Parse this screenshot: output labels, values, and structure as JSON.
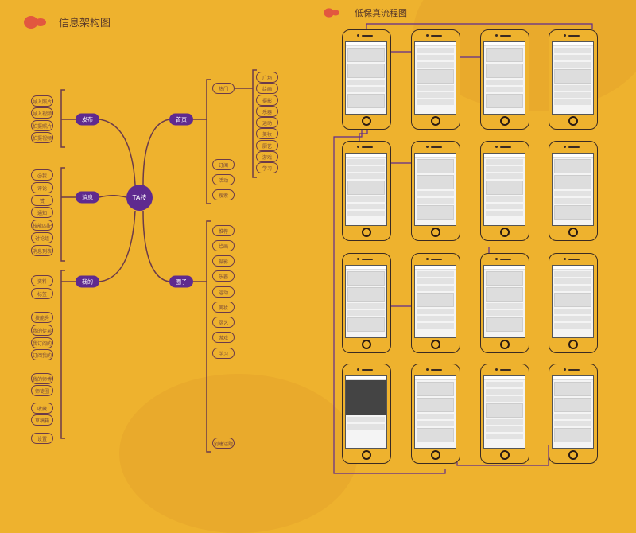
{
  "titles": {
    "left": "信息架构图",
    "right": "低保真流程图"
  },
  "mindmap": {
    "center": "TA技",
    "branches": {
      "publish": {
        "label": "发布",
        "items": [
          "导入照片",
          "导入视频",
          "拍摄照片",
          "拍摄视频"
        ]
      },
      "message": {
        "label": "消息",
        "items": [
          "@我",
          "评论",
          "赞",
          "通知",
          "技能匹配",
          "讨论组",
          "消息列表"
        ]
      },
      "mine": {
        "label": "我的",
        "items": [
          "资料",
          "标签",
          "技能秀",
          "我的徒弟",
          "我订阅的",
          "订阅我的",
          "我的师傅",
          "师徒圈",
          "收藏",
          "草稿箱",
          "设置"
        ]
      },
      "home": {
        "label": "首页",
        "items": [
          "热门",
          "订阅",
          "活动",
          "搜索"
        ],
        "hot_items": [
          "广场",
          "绘画",
          "摄影",
          "乐器",
          "运动",
          "美妆",
          "厨艺",
          "游戏",
          "学习"
        ]
      },
      "circle": {
        "label": "圈子",
        "items": [
          "推荐",
          "绘画",
          "摄影",
          "乐器",
          "运动",
          "美妆",
          "厨艺",
          "游戏",
          "学习",
          "创建话题"
        ]
      }
    }
  },
  "colors": {
    "background": "#eeb22e",
    "node": "#5f2a8f",
    "line": "#6b3a4a",
    "logo": "#e2573f"
  }
}
